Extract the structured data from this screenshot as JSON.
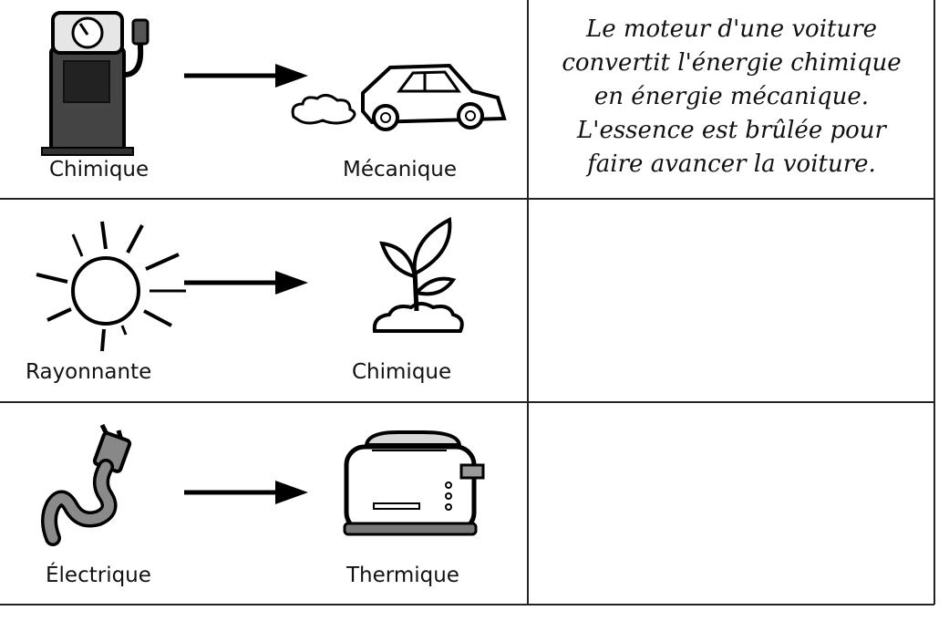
{
  "rows": [
    {
      "source": {
        "label": "Chimique",
        "icon": "gas-pump-icon"
      },
      "target": {
        "label": "Mécanique",
        "icon": "car-icon"
      },
      "answer_lines": [
        "Le moteur d'une voiture",
        "convertit l'énergie chimique",
        "en énergie mécanique.",
        "L'essence est brûlée pour",
        "faire avancer la voiture."
      ]
    },
    {
      "source": {
        "label": "Rayonnante",
        "icon": "sun-icon"
      },
      "target": {
        "label": "Chimique",
        "icon": "plant-icon"
      },
      "answer_lines": []
    },
    {
      "source": {
        "label": "Électrique",
        "icon": "plug-icon"
      },
      "target": {
        "label": "Thermique",
        "icon": "toaster-icon"
      },
      "answer_lines": []
    }
  ]
}
